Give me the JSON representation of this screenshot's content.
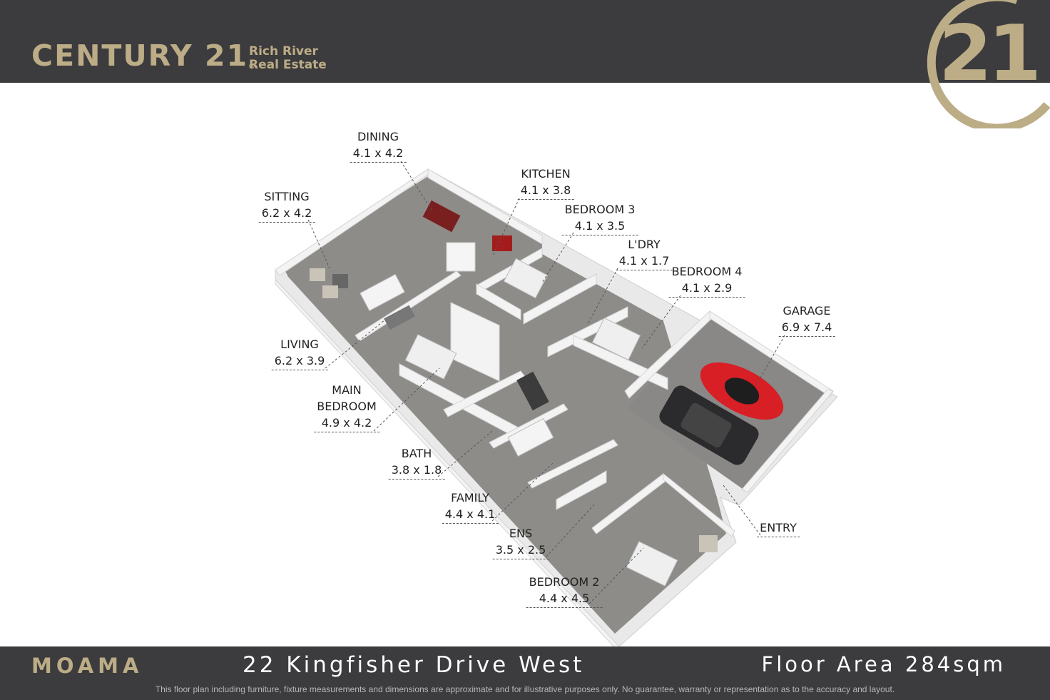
{
  "header": {
    "brand_name": "CENTURY 21",
    "brand_reg": "®",
    "brand_sub_line1": "Rich River",
    "brand_sub_line2": "Real Estate",
    "seal_text": "21"
  },
  "colors": {
    "bar": "#3c3b3d",
    "gold": "#bcad87",
    "floor": "#8e8c89",
    "wall": "#f2f2f2",
    "car_red": "#d81f26",
    "car_black": "#2b2b2d"
  },
  "rooms": [
    {
      "id": "dining",
      "name": "DINING",
      "dims": "4.1 x 4.2"
    },
    {
      "id": "kitchen",
      "name": "KITCHEN",
      "dims": "4.1 x 3.8"
    },
    {
      "id": "sitting",
      "name": "SITTING",
      "dims": "6.2 x 4.2"
    },
    {
      "id": "bedroom3",
      "name": "BEDROOM 3",
      "dims": "4.1 x 3.5"
    },
    {
      "id": "ldry",
      "name": "L'DRY",
      "dims": "4.1 x 1.7"
    },
    {
      "id": "bedroom4",
      "name": "BEDROOM 4",
      "dims": "4.1 x 2.9"
    },
    {
      "id": "garage",
      "name": "GARAGE",
      "dims": "6.9 x 7.4"
    },
    {
      "id": "living",
      "name": "LIVING",
      "dims": "6.2 x 3.9"
    },
    {
      "id": "main_bedroom",
      "name": "MAIN",
      "name2": "BEDROOM",
      "dims": "4.9 x 4.2"
    },
    {
      "id": "bath",
      "name": "BATH",
      "dims": "3.8 x 1.8"
    },
    {
      "id": "family",
      "name": "FAMILY",
      "dims": "4.4 x 4.1"
    },
    {
      "id": "ens",
      "name": "ENS",
      "dims": "3.5 x 2.5"
    },
    {
      "id": "bedroom2",
      "name": "BEDROOM 2",
      "dims": "4.4 x 4.5"
    },
    {
      "id": "entry",
      "name": "ENTRY",
      "dims": ""
    }
  ],
  "footer": {
    "suburb": "MOAMA",
    "address": "22 Kingfisher Drive West",
    "floor_area": "Floor Area 284sqm",
    "disclaimer": "This floor plan including furniture, fixture measurements and dimensions are approximate and for illustrative purposes only. No guarantee, warranty or representation as to the accuracy and layout."
  }
}
